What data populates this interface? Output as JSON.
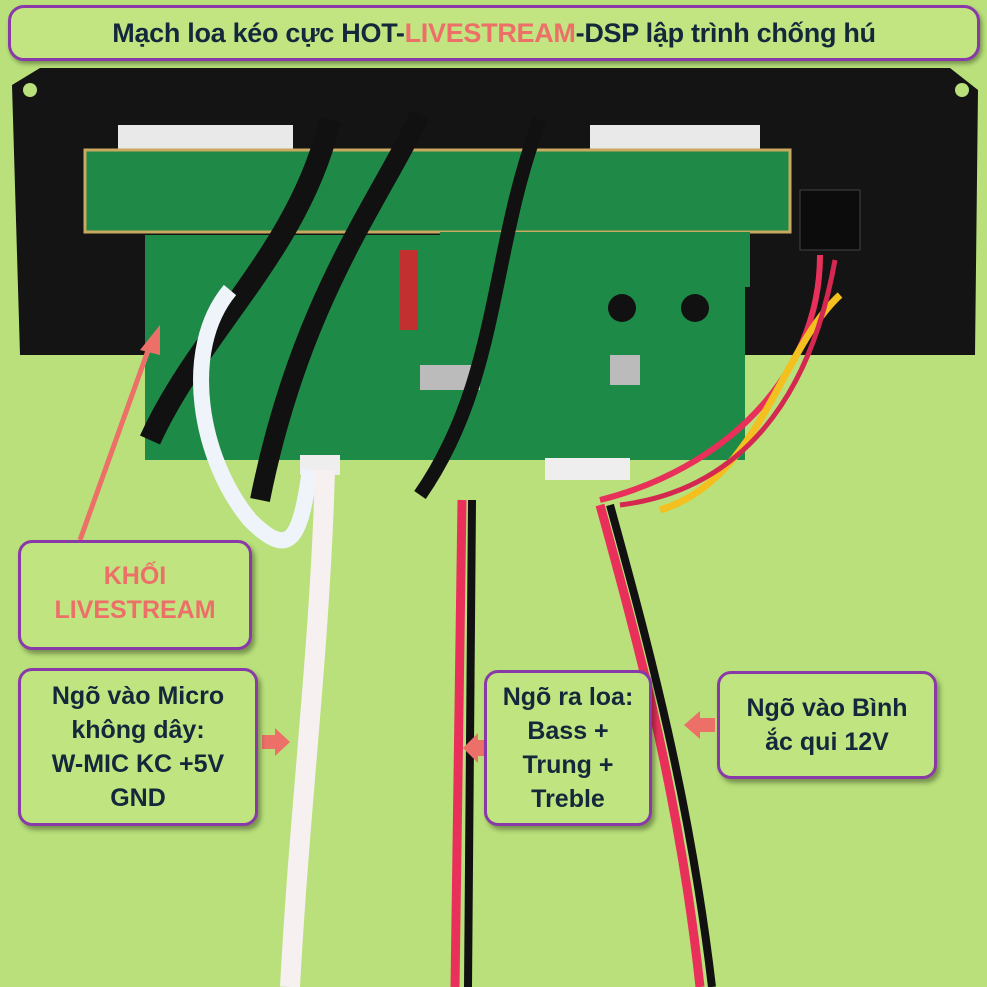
{
  "title": {
    "part1": "Mạch loa kéo cực HOT-",
    "highlight": "LIVESTREAM",
    "part2": "-DSP lập trình chống hú"
  },
  "labels": {
    "livestream_block": [
      "KHỐI",
      "LIVESTREAM"
    ],
    "mic_input": [
      "Ngõ vào Micro",
      "không dây:",
      "W-MIC KC +5V",
      "GND"
    ],
    "speaker_output": [
      "Ngõ ra loa:",
      "Bass +",
      "Trung +",
      "Treble"
    ],
    "battery_input": [
      "Ngõ vào Bình",
      "ắc qui 12V"
    ]
  },
  "colors": {
    "background": "#b9e07a",
    "border": "#8a3aa8",
    "highlight": "#ec7068",
    "text": "#14283c",
    "pcb": "#1f8a48",
    "plate": "#141414"
  }
}
